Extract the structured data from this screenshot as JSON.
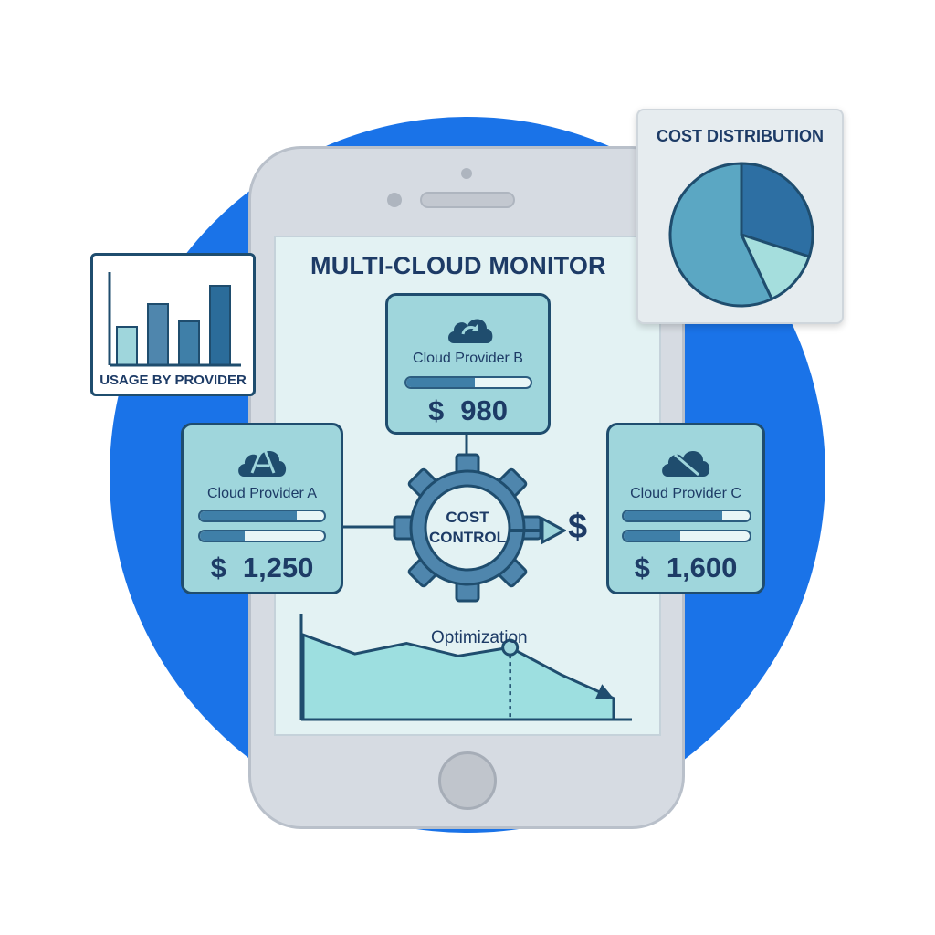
{
  "app": {
    "title": "MULTI-CLOUD MONITOR"
  },
  "colors": {
    "accent_circle": "#1a73e8",
    "card_fill": "#9fd6dc",
    "outline": "#1f4d6e",
    "text": "#1d3b66"
  },
  "providers": [
    {
      "label": "Cloud Provider A",
      "cost": "$1,250",
      "icon": "cloud-triangle-icon",
      "bars": [
        0.78,
        0.36
      ]
    },
    {
      "label": "Cloud Provider B",
      "cost": "$980",
      "icon": "cloud-sync-icon",
      "bars": [
        0.55
      ]
    },
    {
      "label": "Cloud Provider C",
      "cost": "$1,600",
      "icon": "cloud-slash-icon",
      "bars": [
        0.78,
        0.45
      ]
    }
  ],
  "center": {
    "line1": "COST",
    "line2": "CONTROL",
    "output_symbol": "$",
    "icon": "gear-icon"
  },
  "usage_panel": {
    "label": "USAGE BY PROVIDER",
    "chart_data": {
      "type": "bar",
      "values": [
        0.42,
        0.67,
        0.48,
        0.87
      ]
    }
  },
  "distribution_panel": {
    "label": "COST DISTRIBUTION",
    "chart_data": {
      "type": "pie",
      "values": [
        0.3,
        0.13,
        0.57
      ]
    }
  },
  "optimization": {
    "label": "Optimization",
    "chart_data": {
      "type": "area",
      "values": [
        0.8,
        0.62,
        0.72,
        0.6,
        0.68,
        0.42,
        0.2
      ]
    }
  },
  "icons": [
    "dollar-icon",
    "arrow-right-icon",
    "home-button-icon",
    "camera-icon",
    "speaker-icon"
  ]
}
